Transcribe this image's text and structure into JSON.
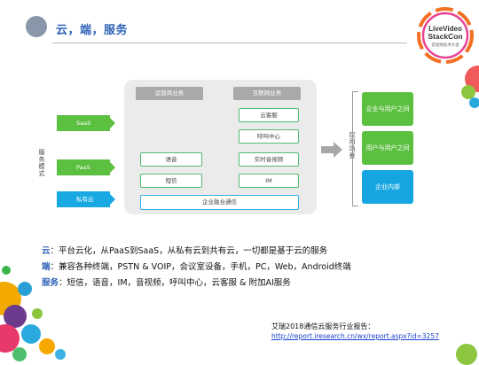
{
  "header": {
    "title": "云，端，服务"
  },
  "logo": {
    "line1": "LiveVideo",
    "line2": "StackCon",
    "line3": "音视频技术大会"
  },
  "diagram": {
    "col_headers": [
      "运营商业务",
      "互联网业务"
    ],
    "left_label": "服务模式",
    "right_label": "应用场景",
    "modes": [
      "SaaS",
      "PaaS",
      "私有云"
    ],
    "operator_items": [
      "语音",
      "短信"
    ],
    "internet_items": [
      "云客服",
      "呼叫中心",
      "实时音视频",
      "IM"
    ],
    "bottom_bar": "企业融合通信",
    "scenes": [
      "企业与用户之间",
      "用户与用户之间",
      "企业内部"
    ],
    "colors": {
      "green": "#5bbf3f",
      "blue": "#18a9e3",
      "scene_blue": "#15a5e0"
    }
  },
  "lines": [
    {
      "key": "云",
      "text": "：平台云化，从PaaS到SaaS，从私有云到共有云，一切都是基于云的服务"
    },
    {
      "key": "端",
      "text": "：兼容各种终端，PSTN & VOIP，会议室设备，手机，PC，Web，Android终端"
    },
    {
      "key": "服务",
      "text": "：短信，语音，IM，音视频，呼叫中心，云客服 & 附加AI服务"
    }
  ],
  "reference": {
    "label": "艾瑞2018通信云服务行业报告：",
    "url": "http://report.iresearch.cn/wx/report.aspx?id=3257"
  }
}
